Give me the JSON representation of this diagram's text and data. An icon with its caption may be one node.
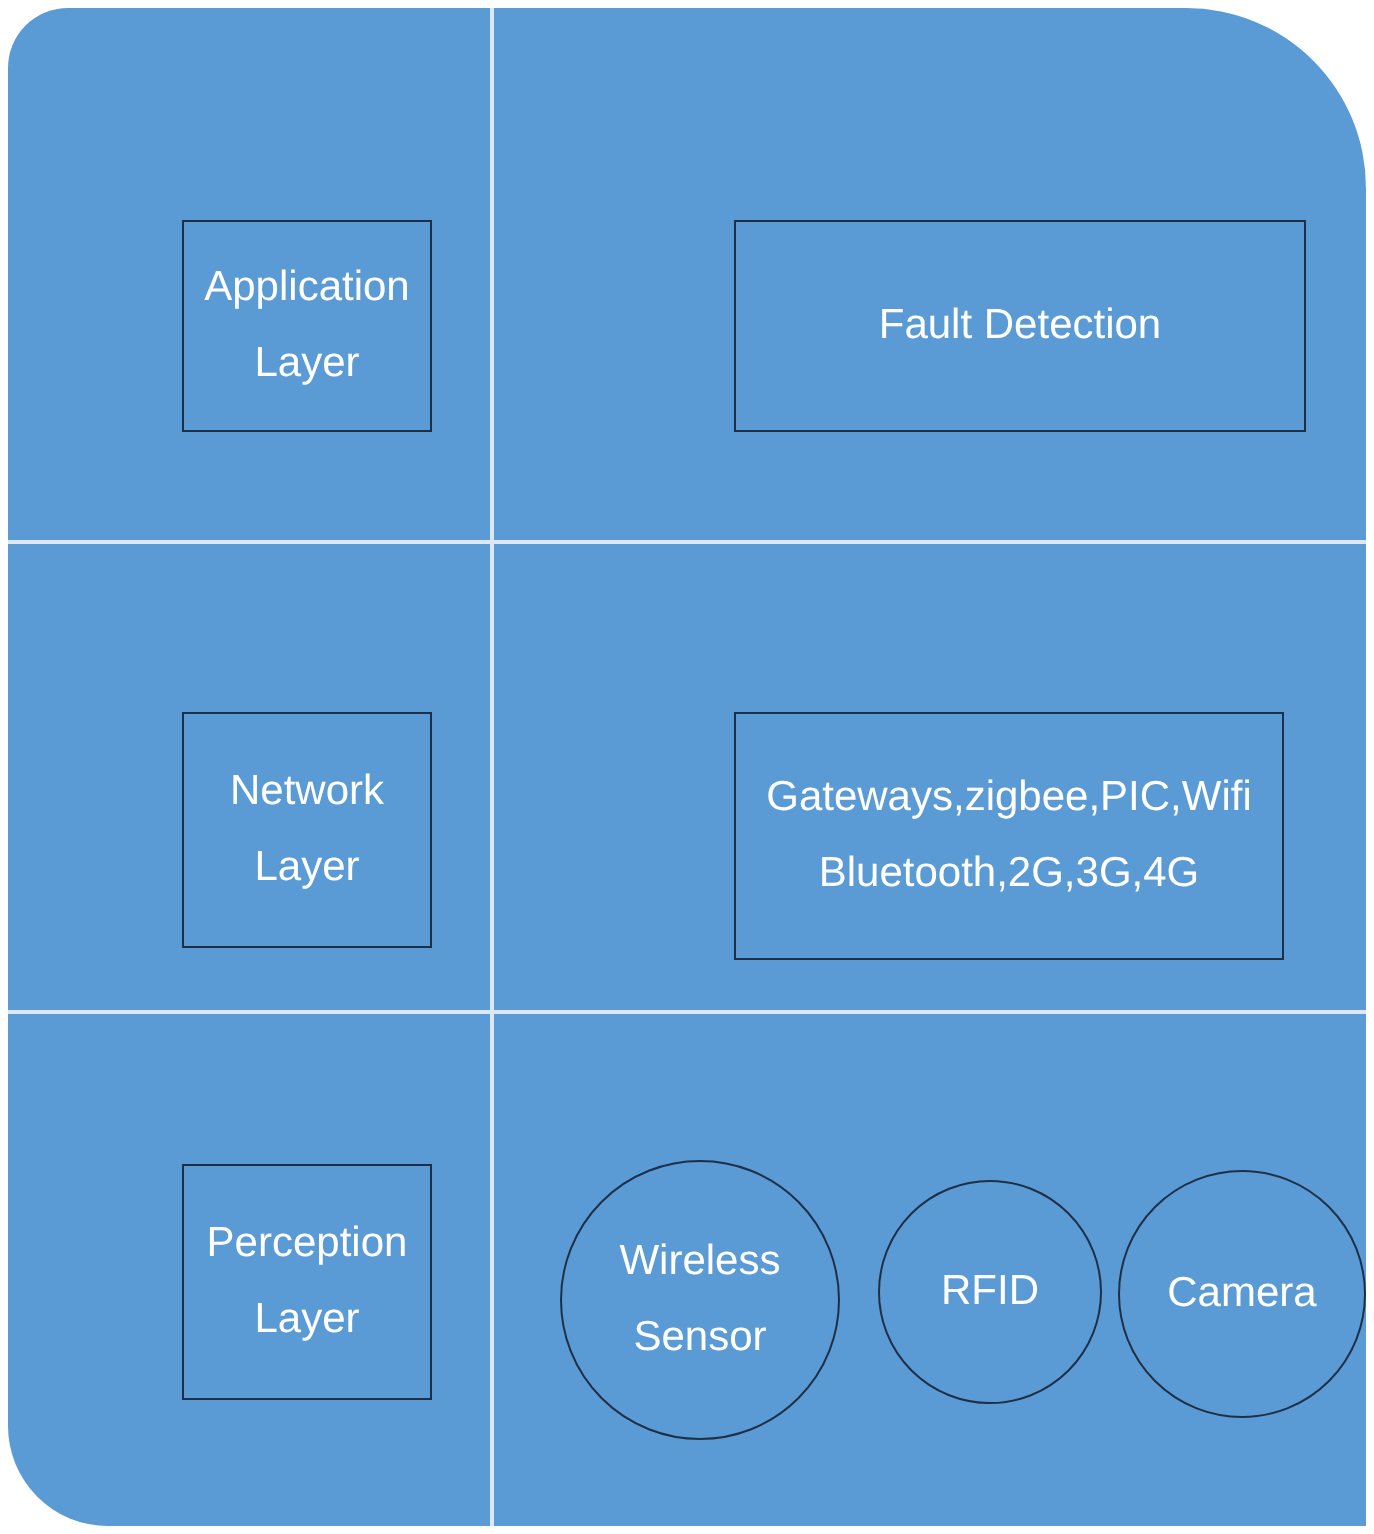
{
  "diagram": {
    "nodes": [
      {
        "text": [],
        "shape": "box"
      },
      {
        "text": [
          "Application Layer"
        ],
        "in": 0
      },
      {
        "text": [
          "Fault Detection"
        ],
        "in": 0
      },
      {
        "text": [
          "Network Layer"
        ],
        "in": 0
      },
      {
        "text": [
          "Gateways,zigbee,PIC,Wifi Bluetooth,2G,3G,4G"
        ],
        "in": 0
      },
      {
        "text": [
          "Perception Layer"
        ],
        "in": 0
      },
      {
        "text": [
          "Wireless Sensor"
        ],
        "in": 0
      },
      {
        "text": [
          "RFID"
        ],
        "in": 0
      },
      {
        "text": [
          "Camera"
        ],
        "in": 0
      }
    ]
  }
}
